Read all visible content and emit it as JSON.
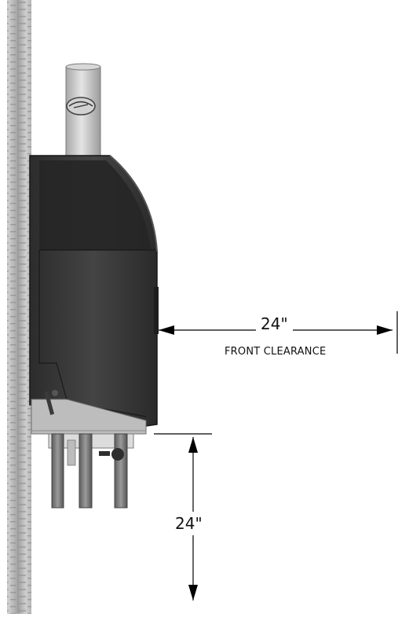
{
  "diagram": {
    "front_clearance": {
      "value": "24\"",
      "caption": "FRONT CLEARANCE"
    },
    "bottom_clearance": {
      "value": "24\""
    },
    "colors": {
      "housing": "#3a3a3a",
      "housing_dark": "#232323",
      "pipe": "#c9c9c9",
      "bracket": "#b8b8b8",
      "wall": "#b5b5b5",
      "dimension_line": "#000000"
    }
  }
}
